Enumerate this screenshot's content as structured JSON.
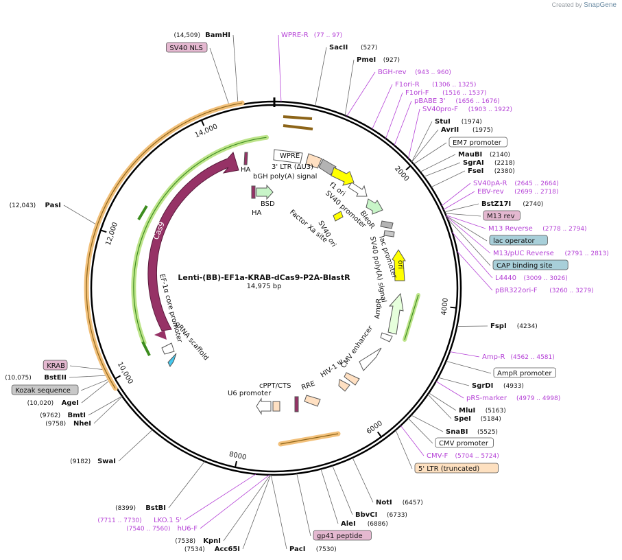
{
  "credit": {
    "prefix": "Created by",
    "brand": "SnapGene"
  },
  "map": {
    "title": "Lenti-(BB)-EF1a-KRAB-dCas9-P2A-BlastR",
    "length_label": "14,975 bp",
    "length": 14975,
    "ticks": [
      {
        "bp": 2000,
        "label": "2000"
      },
      {
        "bp": 4000,
        "label": "4000"
      },
      {
        "bp": 6000,
        "label": "6000"
      },
      {
        "bp": 8000,
        "label": "8000"
      },
      {
        "bp": 10000,
        "label": "10,000"
      },
      {
        "bp": 12000,
        "label": "12,000"
      },
      {
        "bp": 14000,
        "label": "14,000"
      }
    ],
    "right_labels": [
      {
        "kind": "primer",
        "name": "WPRE-R",
        "pos": "(77 .. 97)",
        "bp": 87
      },
      {
        "kind": "enzyme",
        "name": "SacII",
        "pos": "(527)",
        "bp": 527
      },
      {
        "kind": "enzyme",
        "name": "PmeI",
        "pos": "(927)",
        "bp": 927
      },
      {
        "kind": "primer",
        "name": "BGH-rev",
        "pos": "(943 .. 960)",
        "bp": 951
      },
      {
        "kind": "primer",
        "name": "F1ori-R",
        "pos": "(1306 .. 1325)",
        "bp": 1315
      },
      {
        "kind": "primer",
        "name": "F1ori-F",
        "pos": "(1516 .. 1537)",
        "bp": 1526
      },
      {
        "kind": "primer",
        "name": "pBABE 3'",
        "pos": "(1656 .. 1676)",
        "bp": 1666
      },
      {
        "kind": "primer",
        "name": "SV40pro-F",
        "pos": "(1903 .. 1922)",
        "bp": 1912
      },
      {
        "kind": "enzyme",
        "name": "StuI",
        "pos": "(1974)",
        "bp": 1974
      },
      {
        "kind": "enzyme",
        "name": "AvrII",
        "pos": "(1975)",
        "bp": 1975
      },
      {
        "kind": "box",
        "name": "EM7 promoter",
        "bp": 2010
      },
      {
        "kind": "enzyme",
        "name": "MauBI",
        "pos": "(2140)",
        "bp": 2140
      },
      {
        "kind": "enzyme",
        "name": "SgrAI",
        "pos": "(2218)",
        "bp": 2218
      },
      {
        "kind": "enzyme",
        "name": "FseI",
        "pos": "(2380)",
        "bp": 2380
      },
      {
        "kind": "primer",
        "name": "SV40pA-R",
        "pos": "(2645 .. 2664)",
        "bp": 2654
      },
      {
        "kind": "primer",
        "name": "EBV-rev",
        "pos": "(2699 .. 2718)",
        "bp": 2708
      },
      {
        "kind": "enzyme",
        "name": "BstZ17I",
        "pos": "(2740)",
        "bp": 2740
      },
      {
        "kind": "boxp",
        "name": "M13 rev",
        "bp": 2760
      },
      {
        "kind": "primer",
        "name": "M13 Reverse",
        "pos": "(2778 .. 2794)",
        "bp": 2786
      },
      {
        "kind": "boxb",
        "name": "lac operator",
        "bp": 2795
      },
      {
        "kind": "primer",
        "name": "M13/pUC Reverse",
        "pos": "(2791 .. 2813)",
        "bp": 2802
      },
      {
        "kind": "boxb",
        "name": "CAP binding site",
        "bp": 2830
      },
      {
        "kind": "primer",
        "name": "L4440",
        "pos": "(3009 .. 3026)",
        "bp": 3017
      },
      {
        "kind": "primer",
        "name": "pBR322ori-F",
        "pos": "(3260 .. 3279)",
        "bp": 3270
      },
      {
        "kind": "enzyme",
        "name": "FspI",
        "pos": "(4234)",
        "bp": 4234
      },
      {
        "kind": "primer",
        "name": "Amp-R",
        "pos": "(4562 .. 4581)",
        "bp": 4571
      },
      {
        "kind": "box",
        "name": "AmpR promoter",
        "bp": 4700
      },
      {
        "kind": "enzyme",
        "name": "SgrDI",
        "pos": "(4933)",
        "bp": 4933
      },
      {
        "kind": "primer",
        "name": "pRS-marker",
        "pos": "(4979 .. 4998)",
        "bp": 4988
      },
      {
        "kind": "enzyme",
        "name": "MluI",
        "pos": "(5163)",
        "bp": 5163
      },
      {
        "kind": "enzyme",
        "name": "SpeI",
        "pos": "(5184)",
        "bp": 5184
      },
      {
        "kind": "enzyme",
        "name": "SnaBI",
        "pos": "(5525)",
        "bp": 5525
      },
      {
        "kind": "box",
        "name": "CMV promoter",
        "bp": 5580
      },
      {
        "kind": "primer",
        "name": "CMV-F",
        "pos": "(5704 .. 5724)",
        "bp": 5714
      },
      {
        "kind": "boxo",
        "name": "5' LTR (truncated)",
        "bp": 5800
      },
      {
        "kind": "enzyme",
        "name": "NotI",
        "pos": "(6457)",
        "bp": 6457
      },
      {
        "kind": "enzyme",
        "name": "BbvCI",
        "pos": "(6733)",
        "bp": 6733
      },
      {
        "kind": "enzyme",
        "name": "AleI",
        "pos": "(6886)",
        "bp": 6886
      },
      {
        "kind": "boxp",
        "name": "gp41 peptide",
        "bp": 7200
      },
      {
        "kind": "enzyme",
        "name": "PacI",
        "pos": "(7530)",
        "bp": 7530
      }
    ],
    "left_labels": [
      {
        "kind": "enzyme",
        "name": "BamHI",
        "pos": "(14,509)",
        "bp": 14509
      },
      {
        "kind": "boxp",
        "name": "SV40 NLS",
        "bp": 14400
      },
      {
        "kind": "enzyme",
        "name": "PasI",
        "pos": "(12,043)",
        "bp": 12043
      },
      {
        "kind": "boxp",
        "name": "KRAB",
        "bp": 10150
      },
      {
        "kind": "enzyme",
        "name": "BstEII",
        "pos": "(10,075)",
        "bp": 10075
      },
      {
        "kind": "boxg",
        "name": "Kozak sequence",
        "bp": 10030
      },
      {
        "kind": "enzyme",
        "name": "AgeI",
        "pos": "(10,020)",
        "bp": 10020
      },
      {
        "kind": "enzyme",
        "name": "BmtI",
        "pos": "(9762)",
        "bp": 9762
      },
      {
        "kind": "enzyme",
        "name": "NheI",
        "pos": "(9758)",
        "bp": 9758
      },
      {
        "kind": "enzyme",
        "name": "SwaI",
        "pos": "(9182)",
        "bp": 9182
      },
      {
        "kind": "enzyme",
        "name": "BstBI",
        "pos": "(8399)",
        "bp": 8399
      },
      {
        "kind": "primer",
        "name": "LKO.1 5'",
        "pos": "(7711 .. 7730)",
        "bp": 7720
      },
      {
        "kind": "primer",
        "name": "hU6-F",
        "pos": "(7540 .. 7560)",
        "bp": 7550
      },
      {
        "kind": "enzyme",
        "name": "KpnI",
        "pos": "(7538)",
        "bp": 7538
      },
      {
        "kind": "enzyme",
        "name": "Acc65I",
        "pos": "(7534)",
        "bp": 7534
      }
    ],
    "features": [
      {
        "name": "WPRE",
        "color": "#ffffff"
      },
      {
        "name": "3' LTR (ΔU3)",
        "color": "#ffe0c2"
      },
      {
        "name": "bGH poly(A) signal",
        "color": "#b3b3b3"
      },
      {
        "name": "f1 ori",
        "color": "#ffff00"
      },
      {
        "name": "SV40 promoter",
        "color": "#ffffff"
      },
      {
        "name": "BleoR",
        "color": "#c8f5c8"
      },
      {
        "name": "lac promoter",
        "color": "#c8c8c8"
      },
      {
        "name": "SV40 poly(A) signal",
        "color": "#b3b3b3"
      },
      {
        "name": "ori",
        "color": "#ffff00"
      },
      {
        "name": "AmpR",
        "color": "#e6ffdc"
      },
      {
        "name": "CMV enhancer",
        "color": "#ffffff"
      },
      {
        "name": "HIV-1 Ψ",
        "color": "#ffe0c2"
      },
      {
        "name": "RRE",
        "color": "#ffe0c2"
      },
      {
        "name": "cPPT/CTS",
        "color": "#ffe0c2"
      },
      {
        "name": "U6 promoter",
        "color": "#ffffff"
      },
      {
        "name": "gRNA scaffold",
        "color": "#45c8ee"
      },
      {
        "name": "EF-1α core promoter",
        "color": "#ffffff"
      },
      {
        "name": "Cas9",
        "color": "#963266"
      },
      {
        "name": "HA",
        "color": "#963266"
      },
      {
        "name": "BSD",
        "color": "#c8f5c8"
      },
      {
        "name": "HA",
        "color": "#963266"
      },
      {
        "name": "SV40 ori",
        "color": "#ffff00"
      },
      {
        "name": "Factor Xa site",
        "color": "#ffffff"
      }
    ],
    "colors": {
      "primer": "#b43fd6",
      "cas9": "#963266",
      "orf_orange": "#f2c07a",
      "orf_green": "#bde48a"
    }
  }
}
